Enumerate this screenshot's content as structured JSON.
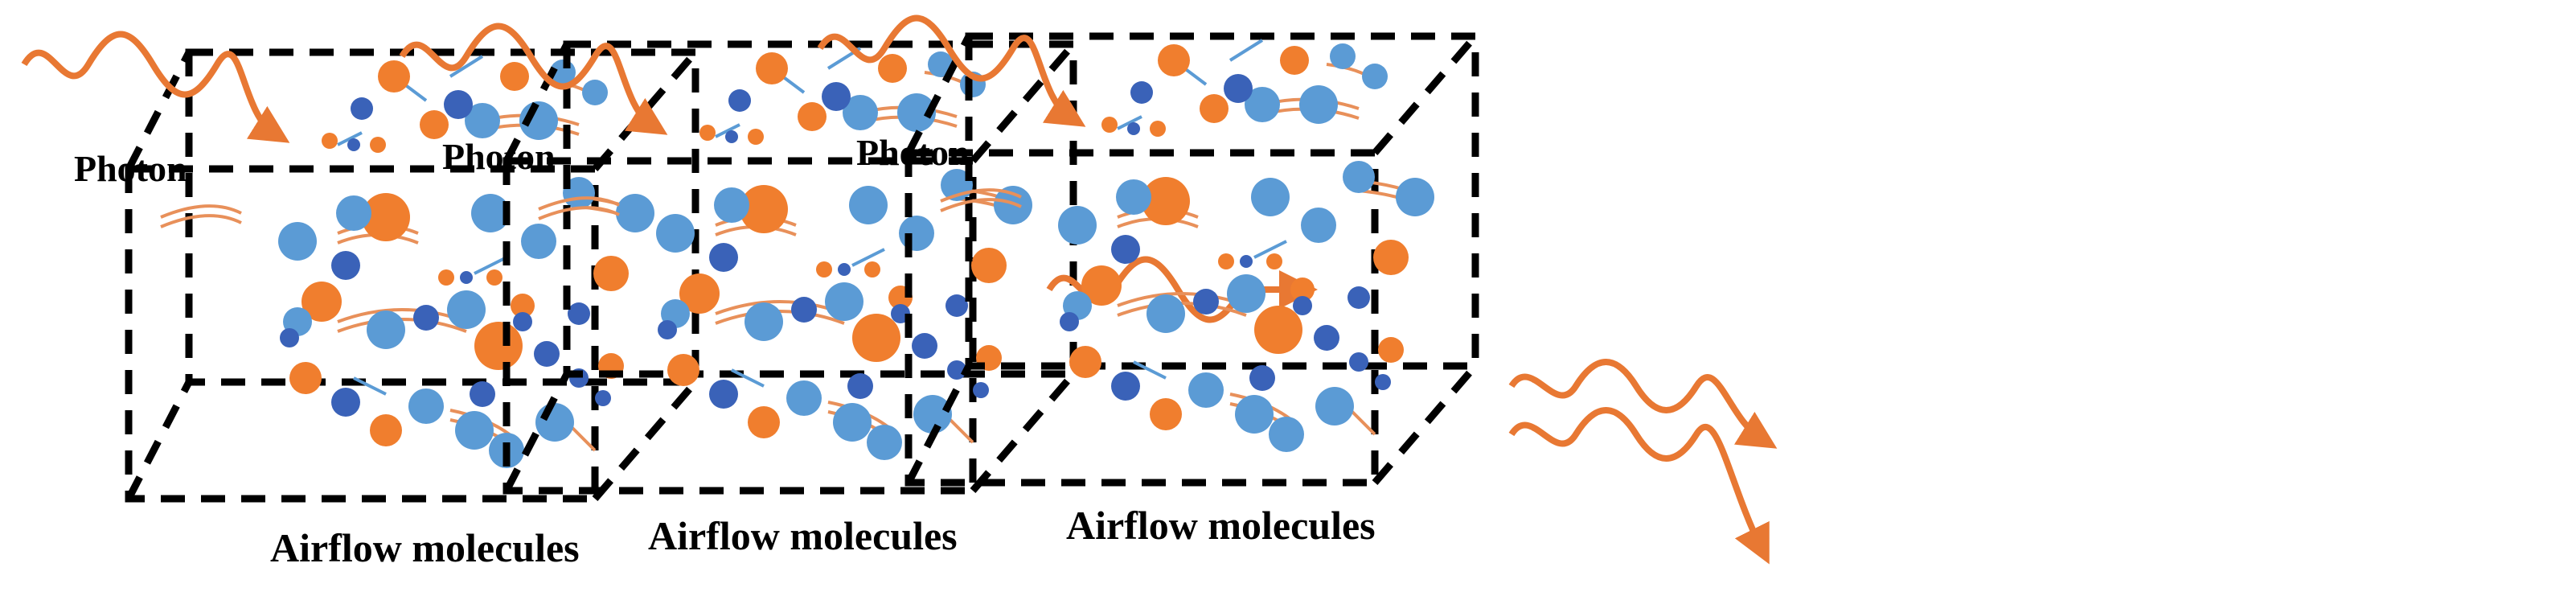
{
  "panels": [
    {
      "photon_label": "Photon",
      "airflow_label": "Airflow molecules"
    },
    {
      "photon_label": "Photon",
      "airflow_label": "Airflow molecules"
    },
    {
      "photon_label": "Photon",
      "airflow_label": "Airflow molecules"
    }
  ],
  "colors": {
    "photon": "#E87833",
    "orange_atom": "#F07E2E",
    "light_blue_atom": "#5B9BD5",
    "dark_blue_atom": "#3A62B8",
    "bond": "#E8905A",
    "edge": "#000000"
  }
}
